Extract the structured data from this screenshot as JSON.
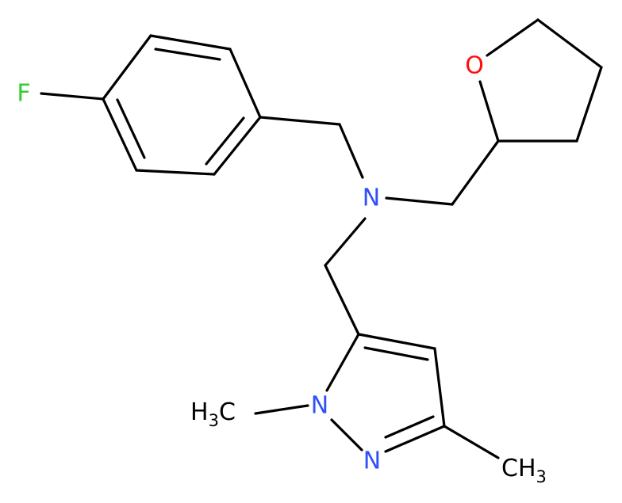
{
  "atoms": {
    "fluorine": "F",
    "amine_nitrogen": "N",
    "oxygen": "O",
    "pyrazole_n1": "N",
    "pyrazole_n2": "N",
    "n_methyl": {
      "main": "H",
      "sub": "3",
      "tail": "C"
    },
    "c_methyl": {
      "main": "CH",
      "sub": "3"
    }
  },
  "colors": {
    "bond": "#000000",
    "carbon": "#000000",
    "fluorine": "#33cc33",
    "nitrogen": "#3050f8",
    "oxygen": "#ff0d0d"
  }
}
